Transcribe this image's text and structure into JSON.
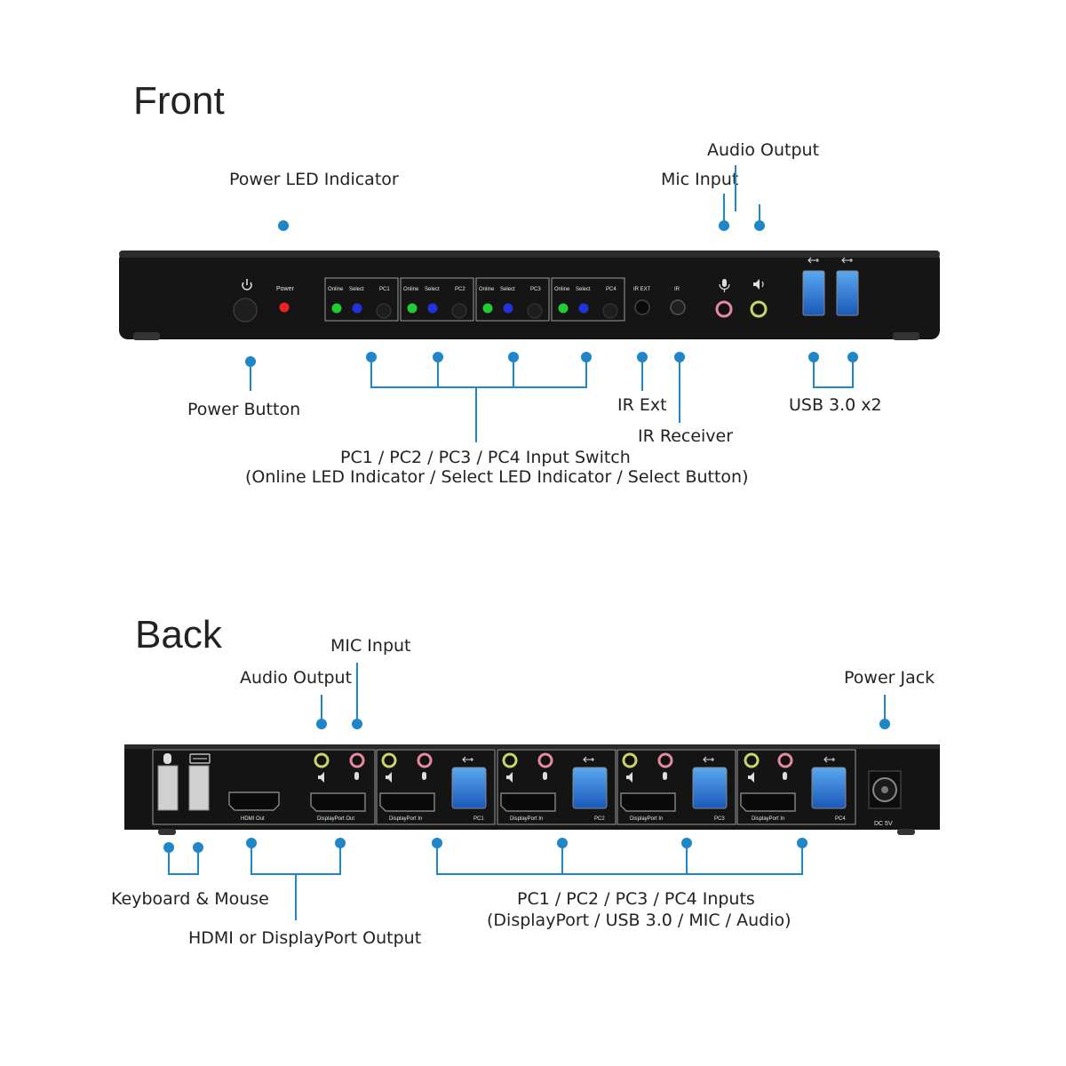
{
  "sections": {
    "front": {
      "title": "Front",
      "device_labels": {
        "power": "Power",
        "online": "Online",
        "select": "Select",
        "pc1": "PC1",
        "pc2": "PC2",
        "pc3": "PC3",
        "pc4": "PC4",
        "ir_ext": "IR EXT",
        "ir": "IR"
      },
      "callouts": {
        "power_led": "Power LED Indicator",
        "power_button": "Power Button",
        "input_switch_line1": "PC1 / PC2 / PC3 / PC4 Input Switch",
        "input_switch_line2": "(Online LED Indicator / Select LED Indicator / Select Button)",
        "ir_ext": "IR Ext",
        "ir_receiver": "IR Receiver",
        "mic_input": "Mic Input",
        "audio_output": "Audio Output",
        "usb3": "USB 3.0 x2"
      }
    },
    "back": {
      "title": "Back",
      "device_labels": {
        "hdmi_out": "HDMI Out",
        "displayport_out": "DisplayPort Out",
        "displayport_in": "DisplayPort In",
        "pc1": "PC1",
        "pc2": "PC2",
        "pc3": "PC3",
        "pc4": "PC4",
        "dc": "DC 5V"
      },
      "callouts": {
        "mic_input": "MIC Input",
        "audio_output": "Audio Output",
        "power_jack": "Power Jack",
        "keyboard_mouse": "Keyboard & Mouse",
        "hdmi_dp_output": "HDMI or DisplayPort Output",
        "inputs_line1": "PC1 / PC2 / PC3 / PC4 Inputs",
        "inputs_line2": "(DisplayPort / USB 3.0 / MIC / Audio)"
      }
    }
  },
  "colors": {
    "callout_blue": "#1f86c8",
    "led_green": "#22cc33",
    "led_blue": "#2233dd",
    "led_red": "#ee2222",
    "mic_pink": "#e58aa0",
    "audio_green": "#c8d46a",
    "usb_blue": "#2a78d8"
  },
  "icons": [
    "power-icon",
    "mic-icon",
    "speaker-icon",
    "usb-icon",
    "mouse-icon",
    "keyboard-icon"
  ]
}
